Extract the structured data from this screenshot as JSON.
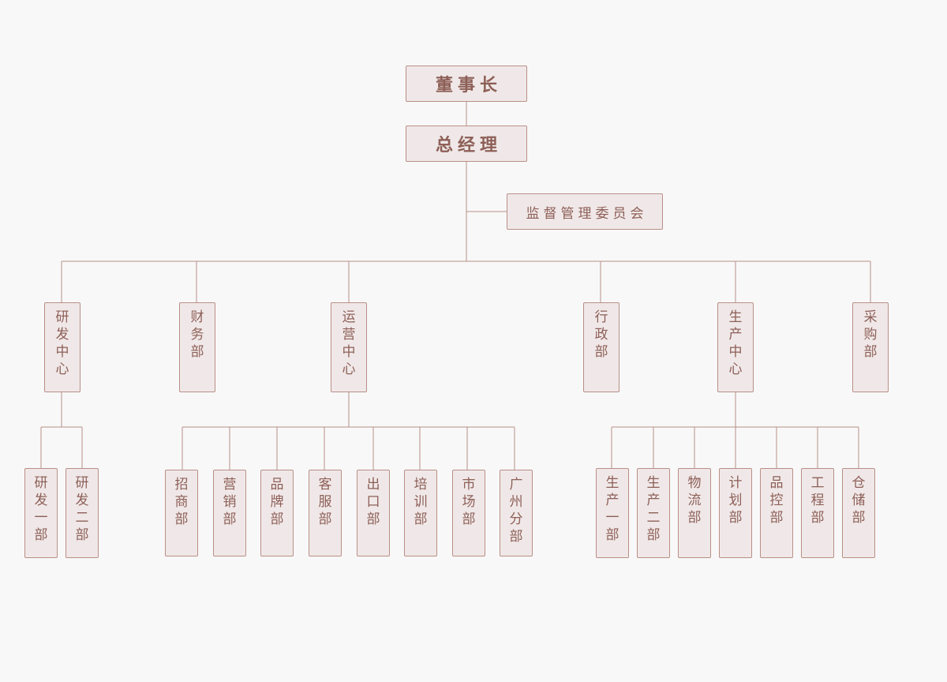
{
  "chairman": "董事长",
  "general_manager": "总经理",
  "supervisory_committee": "监督管理委员会",
  "centers": {
    "rd": "研发中心",
    "finance": "财务部",
    "operations": "运营中心",
    "admin": "行政部",
    "production": "生产中心",
    "purchasing": "采购部"
  },
  "rd_departments": [
    "研发一部",
    "研发二部"
  ],
  "operations_departments": [
    "招商部",
    "营销部",
    "品牌部",
    "客服部",
    "出口部",
    "培训部",
    "市场部",
    "广州分部"
  ],
  "production_departments": [
    "生产一部",
    "生产二部",
    "物流部",
    "计划部",
    "品控部",
    "工程部",
    "仓储部"
  ],
  "colors": {
    "line": "#b98f87",
    "box_fill": "#f0e8e8",
    "text": "#8d5f57",
    "background": "#f8f8f8"
  }
}
